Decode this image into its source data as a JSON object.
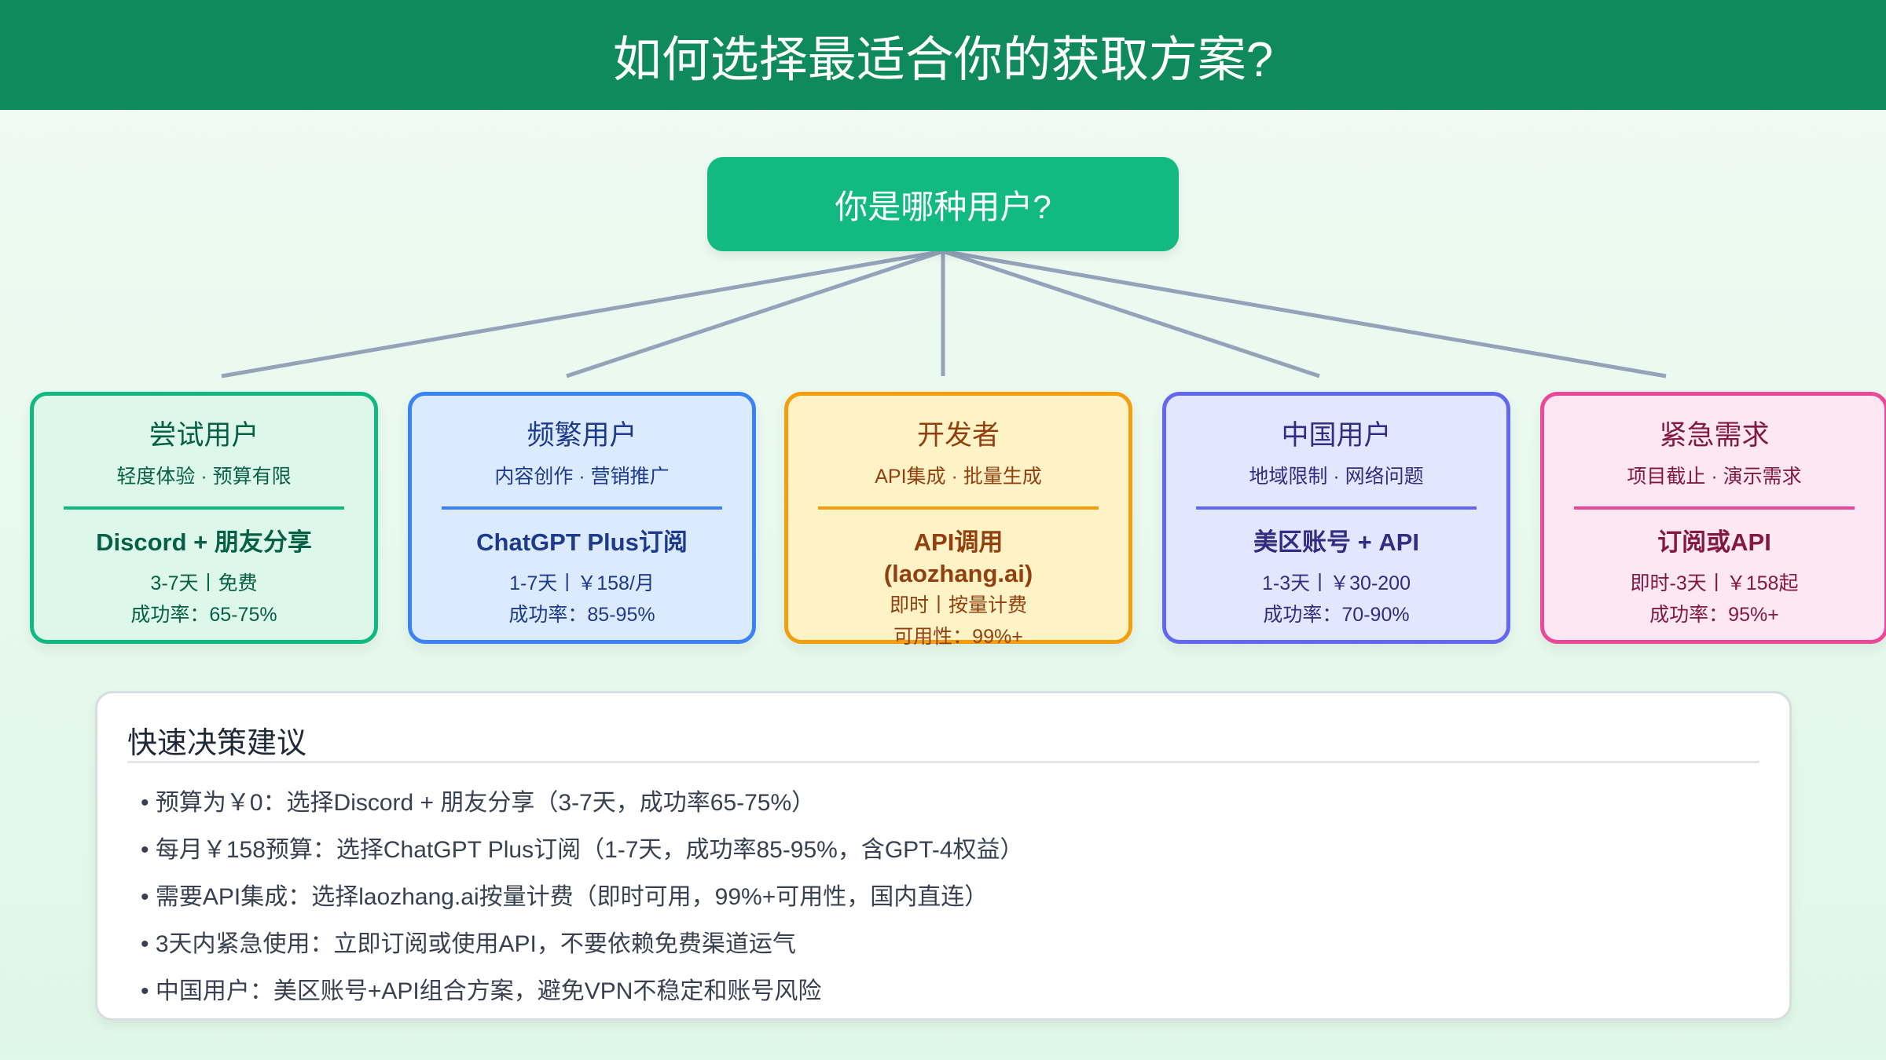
{
  "header": {
    "title": "如何选择最适合你的获取方案?"
  },
  "root": {
    "label": "你是哪种用户?"
  },
  "cards": [
    {
      "title": "尝试用户",
      "subtitle": "轻度体验 · 预算有限",
      "method": "Discord + 朋友分享",
      "line1": "3-7天丨免费",
      "line2": "成功率：65-75%",
      "border": "#10b981",
      "bg": "#ddf8ea",
      "color": "#065f46"
    },
    {
      "title": "频繁用户",
      "subtitle": "内容创作 · 营销推广",
      "method": "ChatGPT Plus订阅",
      "line1": "1-7天丨￥158/月",
      "line2": "成功率：85-95%",
      "border": "#3b82f6",
      "bg": "#dbeafe",
      "color": "#1e3a8a"
    },
    {
      "title": "开发者",
      "subtitle": "API集成 · 批量生成",
      "method": "API调用",
      "method2": "(laozhang.ai)",
      "line1": "即时丨按量计费",
      "line2": "可用性：99%+",
      "border": "#f59e0b",
      "bg": "#fef3c7",
      "color": "#92400e"
    },
    {
      "title": "中国用户",
      "subtitle": "地域限制 · 网络问题",
      "method": "美区账号 + API",
      "line1": "1-3天丨￥30-200",
      "line2": "成功率：70-90%",
      "border": "#6366f1",
      "bg": "#e0e7ff",
      "color": "#312e81"
    },
    {
      "title": "紧急需求",
      "subtitle": "项目截止 · 演示需求",
      "method": "订阅或API",
      "line1": "即时-3天丨￥158起",
      "line2": "成功率：95%+",
      "border": "#ec4899",
      "bg": "#fce7f3",
      "color": "#831843"
    }
  ],
  "panel": {
    "title": "快速决策建议",
    "items": [
      "预算为￥0：选择Discord + 朋友分享（3-7天，成功率65-75%）",
      "每月￥158预算：选择ChatGPT Plus订阅（1-7天，成功率85-95%，含GPT-4权益）",
      "需要API集成：选择laozhang.ai按量计费（即时可用，99%+可用性，国内直连）",
      "3天内紧急使用：立即订阅或使用API，不要依赖免费渠道运气",
      "中国用户：美区账号+API组合方案，避免VPN不稳定和账号风险"
    ]
  }
}
